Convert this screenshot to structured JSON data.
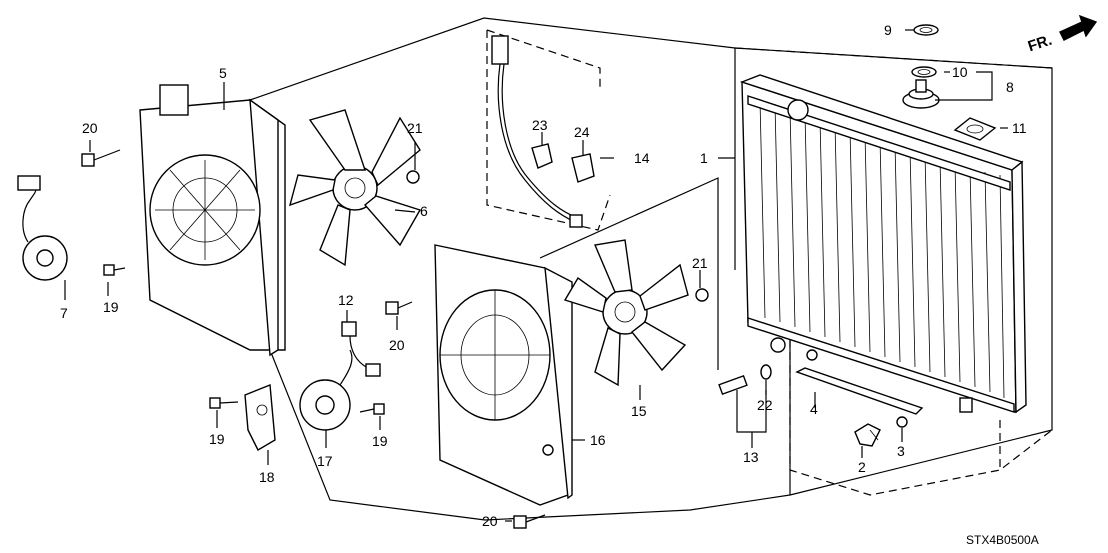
{
  "diagram": {
    "code": "STX4B0500A",
    "direction_label": "FR.",
    "callouts": {
      "c1": "1",
      "c2": "2",
      "c3": "3",
      "c4": "4",
      "c5": "5",
      "c6": "6",
      "c7": "7",
      "c8": "8",
      "c9": "9",
      "c10": "10",
      "c11": "11",
      "c12": "12",
      "c13": "13",
      "c14": "14",
      "c15": "15",
      "c16": "16",
      "c17": "17",
      "c18": "18",
      "c19a": "19",
      "c19b": "19",
      "c19c": "19",
      "c20a": "20",
      "c20b": "20",
      "c20c": "20",
      "c21a": "21",
      "c21b": "21",
      "c22": "22",
      "c23": "23",
      "c24": "24"
    }
  }
}
